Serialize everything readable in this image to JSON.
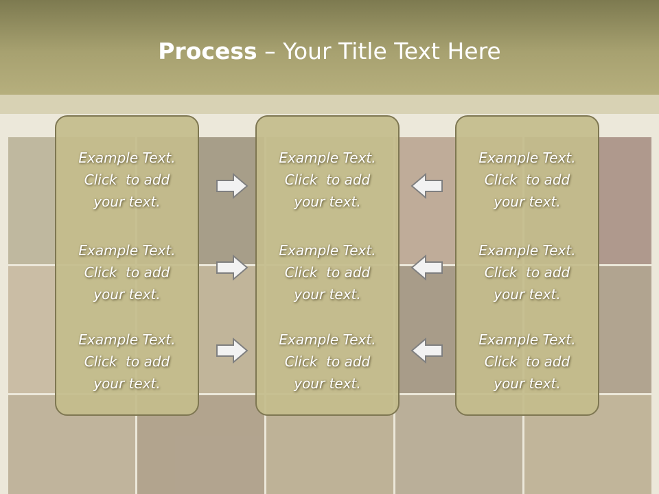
{
  "title": {
    "bold": "Process",
    "rest": " – Your Title Text Here"
  },
  "panels": [
    {
      "items": [
        "Example Text.\nClick  to add\nyour text.",
        "Example Text.\nClick  to add\nyour text.",
        "Example Text.\nClick  to add\nyour text."
      ]
    },
    {
      "items": [
        "Example Text.\nClick  to add\nyour text.",
        "Example Text.\nClick  to add\nyour text.",
        "Example Text.\nClick  to add\nyour text."
      ]
    },
    {
      "items": [
        "Example Text.\nClick  to add\nyour text.",
        "Example Text.\nClick  to add\nyour text.",
        "Example Text.\nClick  to add\nyour text."
      ]
    }
  ],
  "arrows": {
    "left_column": "right-arrow-icon",
    "right_column": "left-arrow-icon"
  },
  "colors": {
    "title_bar": "#a7a170",
    "panel_fill": "#c4bc8c",
    "panel_border": "#7e7752",
    "text": "#ffffff",
    "arrow_fill": "#f2f2f2",
    "arrow_stroke": "#7f7f7f"
  }
}
